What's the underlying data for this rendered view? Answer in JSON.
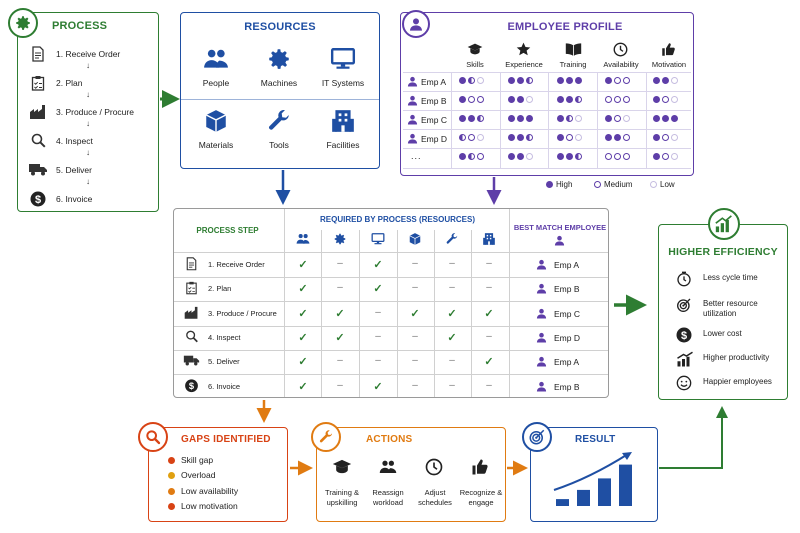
{
  "process": {
    "title": "PROCESS",
    "steps": [
      "1. Receive Order",
      "2. Plan",
      "3. Produce / Procure",
      "4. Inspect",
      "5. Deliver",
      "6. Invoice"
    ]
  },
  "resources": {
    "title": "RESOURCES",
    "items": [
      "People",
      "Machines",
      "IT Systems",
      "Materials",
      "Tools",
      "Facilities"
    ]
  },
  "profile": {
    "title": "EMPLOYEE PROFILE",
    "columns": [
      "Skills",
      "Experience",
      "Training",
      "Availability",
      "Motivation"
    ],
    "rows": [
      {
        "name": "Emp A",
        "levels": [
          [
            "h",
            "hm",
            "l"
          ],
          [
            "h",
            "h",
            "hm"
          ],
          [
            "h",
            "h",
            "h"
          ],
          [
            "h",
            "m",
            "m"
          ],
          [
            "h",
            "h",
            "l"
          ]
        ]
      },
      {
        "name": "Emp B",
        "levels": [
          [
            "h",
            "m",
            "m"
          ],
          [
            "h",
            "h",
            "l"
          ],
          [
            "h",
            "h",
            "hm"
          ],
          [
            "m",
            "m",
            "m"
          ],
          [
            "h",
            "m",
            "l"
          ]
        ]
      },
      {
        "name": "Emp C",
        "levels": [
          [
            "h",
            "h",
            "hm"
          ],
          [
            "h",
            "h",
            "h"
          ],
          [
            "h",
            "hm",
            "l"
          ],
          [
            "h",
            "m",
            "l"
          ],
          [
            "h",
            "h",
            "h"
          ]
        ]
      },
      {
        "name": "Emp D",
        "levels": [
          [
            "hm",
            "m",
            "l"
          ],
          [
            "h",
            "h",
            "hm"
          ],
          [
            "h",
            "m",
            "l"
          ],
          [
            "h",
            "h",
            "m"
          ],
          [
            "h",
            "m",
            "l"
          ]
        ]
      },
      {
        "name": "...",
        "levels": [
          [
            "h",
            "hm",
            "m"
          ],
          [
            "h",
            "h",
            "l"
          ],
          [
            "h",
            "h",
            "hm"
          ],
          [
            "m",
            "m",
            "m"
          ],
          [
            "h",
            "m",
            "l"
          ]
        ]
      }
    ],
    "legend": [
      "High",
      "Medium",
      "Low"
    ]
  },
  "matrix": {
    "step_header": "PROCESS STEP",
    "req_header": "REQUIRED BY PROCESS (RESOURCES)",
    "match_header": "BEST MATCH EMPLOYEE",
    "rows": [
      {
        "step": "1. Receive Order",
        "marks": [
          "c",
          "d",
          "c",
          "d",
          "d",
          "d"
        ],
        "emp": "Emp A"
      },
      {
        "step": "2. Plan",
        "marks": [
          "c",
          "d",
          "c",
          "d",
          "d",
          "d"
        ],
        "emp": "Emp B"
      },
      {
        "step": "3. Produce / Procure",
        "marks": [
          "c",
          "c",
          "d",
          "c",
          "c",
          "c"
        ],
        "emp": "Emp C"
      },
      {
        "step": "4. Inspect",
        "marks": [
          "c",
          "c",
          "d",
          "d",
          "c",
          "d"
        ],
        "emp": "Emp D"
      },
      {
        "step": "5. Deliver",
        "marks": [
          "c",
          "d",
          "d",
          "d",
          "d",
          "c"
        ],
        "emp": "Emp A"
      },
      {
        "step": "6. Invoice",
        "marks": [
          "c",
          "d",
          "c",
          "d",
          "d",
          "d"
        ],
        "emp": "Emp B"
      }
    ]
  },
  "efficiency": {
    "title": "HIGHER EFFICIENCY",
    "items": [
      "Less cycle time",
      "Better resource utilization",
      "Lower cost",
      "Higher productivity",
      "Happier employees"
    ]
  },
  "gaps": {
    "title": "GAPS IDENTIFIED",
    "items": [
      {
        "label": "Skill gap",
        "color": "#d84315"
      },
      {
        "label": "Overload",
        "color": "#e0a010"
      },
      {
        "label": "Low availability",
        "color": "#e07b12"
      },
      {
        "label": "Low motivation",
        "color": "#d84315"
      }
    ]
  },
  "actions": {
    "title": "ACTIONS",
    "items": [
      {
        "line1": "Training &",
        "line2": "upskilling"
      },
      {
        "line1": "Reassign",
        "line2": "workload"
      },
      {
        "line1": "Adjust",
        "line2": "schedules"
      },
      {
        "line1": "Recognize &",
        "line2": "engage"
      }
    ]
  },
  "result": {
    "title": "RESULT",
    "bars": [
      0.15,
      0.35,
      0.6,
      0.9
    ]
  },
  "colors": {
    "green": "#2e7d32",
    "blue": "#1f4fa3",
    "purple": "#5e3ea8",
    "orange": "#e07b12",
    "red": "#d84315"
  }
}
